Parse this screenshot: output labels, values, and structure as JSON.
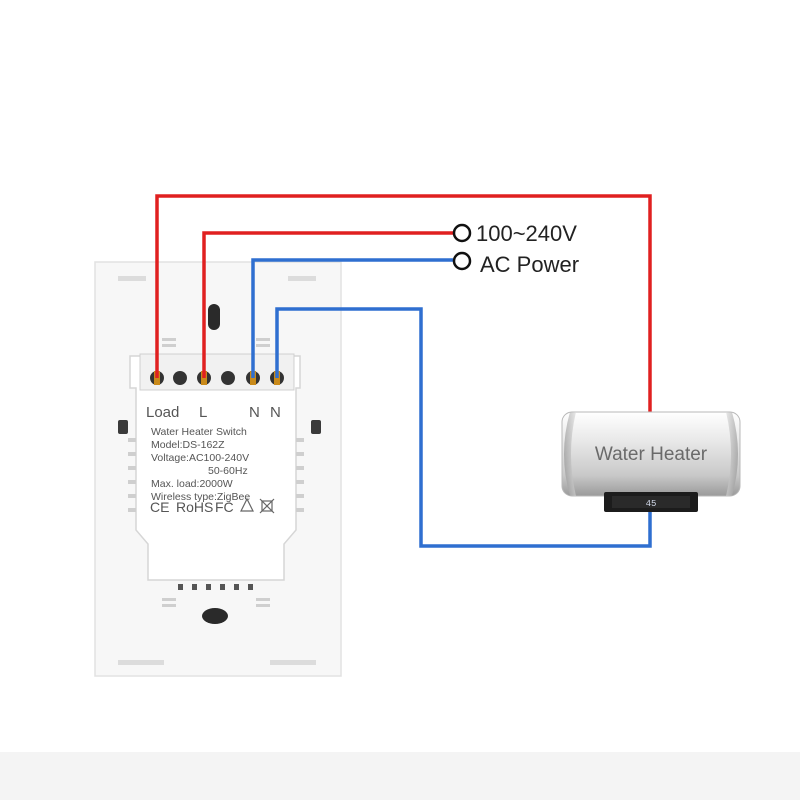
{
  "terminals": {
    "load": "Load",
    "line": "L",
    "neutral_1": "N",
    "neutral_2": "N"
  },
  "switch_label": {
    "title": "Water Heater Switch",
    "model": "Model:DS-162Z",
    "voltage": "Voltage:AC100-240V",
    "frequency": "50-60Hz",
    "max_load": "Max. load:2000W",
    "wireless": "Wireless type:ZigBee",
    "cert_ce": "CE",
    "cert_rohs": "RoHS",
    "cert_fc": "FC"
  },
  "power_source": {
    "voltage": "100~240V",
    "type": "AC Power"
  },
  "heater": {
    "name": "Water Heater",
    "display": "45"
  },
  "colors": {
    "live_wire": "#e02020",
    "neutral_wire": "#2f6fd0",
    "plate": "#f7f7f7"
  }
}
